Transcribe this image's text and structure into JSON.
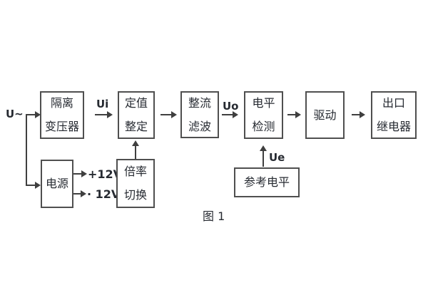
{
  "diagram": {
    "caption": "图 1",
    "signals": {
      "input": "U~",
      "ui": "Ui",
      "uo": "Uo",
      "ue": "Ue",
      "plus12v": "+12V",
      "minus12v": "· 12V"
    },
    "blocks": {
      "isolation_transformer": {
        "line1": "隔离",
        "line2": "变压器"
      },
      "setting_adjust": {
        "line1": "定值",
        "line2": "整定"
      },
      "rectifier_filter": {
        "line1": "整流",
        "line2": "滤波"
      },
      "level_detection": {
        "line1": "电平",
        "line2": "检测"
      },
      "drive": {
        "label": "驱动"
      },
      "output_relay": {
        "line1": "出口",
        "line2": "继电器"
      },
      "power_supply": {
        "label": "电源"
      },
      "ratio_switch": {
        "line1": "倍率",
        "line2": "切换"
      },
      "reference_level": {
        "label": "参考电平"
      }
    },
    "colors": {
      "line": "#3f3f3f",
      "border": "#4f4f4f",
      "text": "#262a31",
      "background": "#ffffff"
    }
  }
}
